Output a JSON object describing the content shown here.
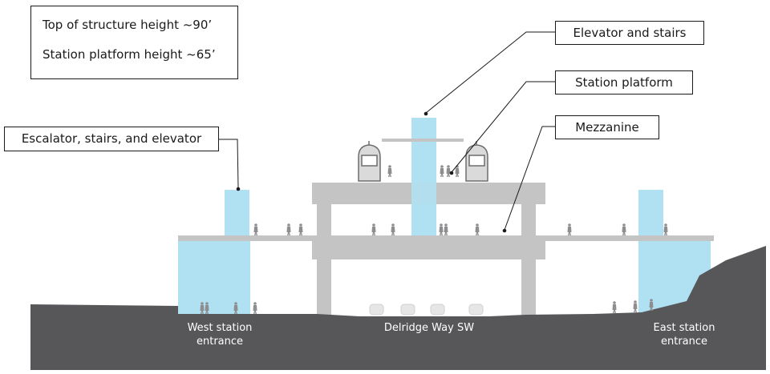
{
  "info_box": {
    "lines": [
      "Top of structure height ~90’",
      "Station platform height ~65’"
    ]
  },
  "callouts": {
    "elevator_stairs": "Elevator and stairs",
    "station_platform": "Station platform",
    "mezzanine": "Mezzanine",
    "escalator": "Escalator, stairs, and elevator"
  },
  "ground_labels": {
    "west": [
      "West station",
      "entrance"
    ],
    "road": "Delridge Way SW",
    "east": [
      "East station",
      "entrance"
    ]
  },
  "colors": {
    "ground": "#57575a",
    "structure": "#c4c4c5",
    "vertical_circulation": "#b0e1f2",
    "figures": "#8e8e90",
    "leader": "#1a1a1a"
  }
}
